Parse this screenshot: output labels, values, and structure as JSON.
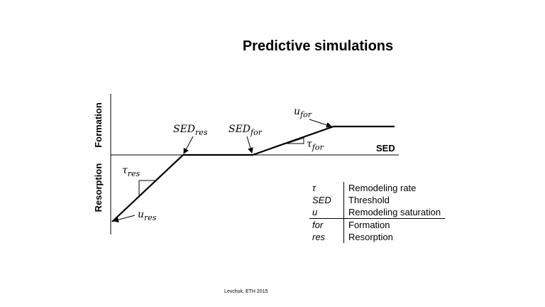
{
  "title": "Predictive simulations",
  "axis": {
    "formation": "Formation",
    "resorption": "Resorption",
    "sed": "SED"
  },
  "labels": {
    "sed_res": {
      "main": "SED",
      "sub": "res"
    },
    "sed_for": {
      "main": "SED",
      "sub": "for"
    },
    "u_for": {
      "main": "u",
      "sub": "for"
    },
    "tau_for": {
      "main": "τ",
      "sub": "for"
    },
    "tau_res": {
      "main": "τ",
      "sub": "res"
    },
    "u_res": {
      "main": "u",
      "sub": "res"
    }
  },
  "legend": [
    {
      "symbol": "τ",
      "meaning": "Remodeling rate"
    },
    {
      "symbol": "SED",
      "meaning": "Threshold"
    },
    {
      "symbol": "u",
      "meaning": "Remodeling saturation"
    },
    {
      "symbol": "for",
      "meaning": "Formation"
    },
    {
      "symbol": "res",
      "meaning": "Resorption"
    }
  ],
  "footer": "Levchuk, ETH 2015"
}
